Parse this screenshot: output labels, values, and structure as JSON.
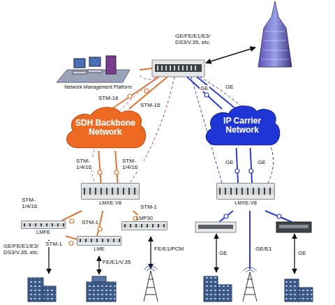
{
  "diagram": {
    "nodes": [
      {
        "text": [
          "Network Management Platform"
        ]
      },
      {
        "text": [
          "SDH Backbone Network"
        ]
      },
      {
        "text": [
          "IP Carrier Network"
        ]
      },
      {
        "text": [
          "LMXE.V8"
        ]
      },
      {
        "text": [
          "LMXE.V8"
        ]
      },
      {
        "text": [
          "LMFE"
        ]
      },
      {
        "text": [
          "LME"
        ]
      },
      {
        "text": [
          "LMP30"
        ]
      }
    ],
    "edges": [
      {
        "from": 1,
        "to": 3,
        "label": "STM- 1/4/16",
        "arrow": "none"
      },
      {
        "from": 1,
        "to": 3,
        "label": "STM- 1/4/16",
        "arrow": "none"
      },
      {
        "from": 3,
        "to": 5,
        "label": "STM- 1/4/16",
        "arrow": "none"
      },
      {
        "from": 3,
        "to": 6,
        "label": "STM-1",
        "arrow": "none"
      },
      {
        "from": 3,
        "to": 7,
        "label": "STM-1",
        "arrow": "none"
      },
      {
        "from": 5,
        "to": 6,
        "label": "STM-1",
        "arrow": "none"
      },
      {
        "from": 2,
        "to": 4,
        "label": "GE",
        "arrow": "none"
      },
      {
        "from": 2,
        "to": 4,
        "label": "GE",
        "arrow": "none"
      }
    ],
    "labels": [
      "GE/FE/E1/E3/ DS3/V.35, etc.",
      "STM-16",
      "STM-16",
      "GE",
      "GE",
      "GE/FE/E1/E3/ DS3/V.35, etc.",
      "FE/E1/V.35",
      "FE/E1/PCM",
      "GE",
      "GE/E1",
      "GE"
    ]
  }
}
